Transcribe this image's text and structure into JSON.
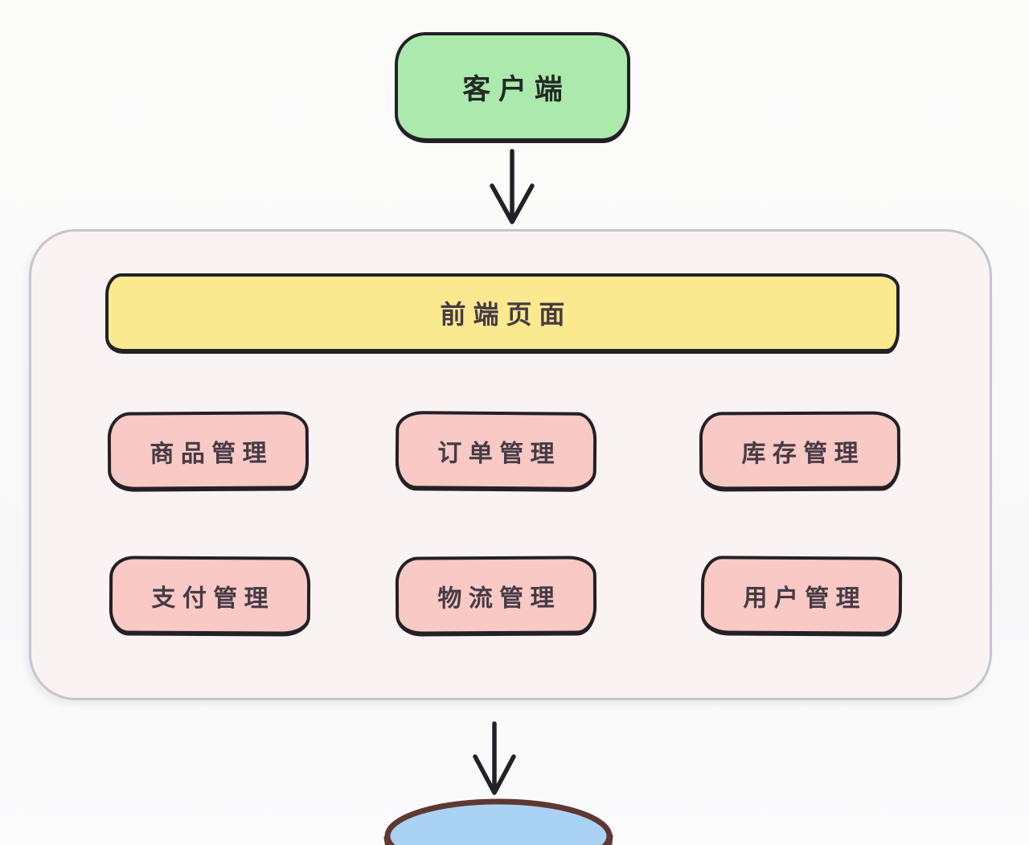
{
  "diagram": {
    "client": {
      "label": "客户端"
    },
    "frontend": {
      "label": "前端页面"
    },
    "modules": [
      {
        "id": "product",
        "label": "商品管理"
      },
      {
        "id": "order",
        "label": "订单管理"
      },
      {
        "id": "inventory",
        "label": "库存管理"
      },
      {
        "id": "payment",
        "label": "支付管理"
      },
      {
        "id": "logistics",
        "label": "物流管理"
      },
      {
        "id": "user",
        "label": "用户管理"
      }
    ],
    "database": {
      "shape": "cylinder",
      "icon": "database-cylinder-icon"
    },
    "edges": [
      {
        "from": "client",
        "to": "frontend-system",
        "icon": "arrow-down-icon"
      },
      {
        "from": "frontend-system",
        "to": "database",
        "icon": "arrow-down-icon"
      }
    ],
    "colors": {
      "client_fill": "#abe9ad",
      "frontend_fill": "#fbe98f",
      "module_fill": "#f9c9c5",
      "container_fill": "#faf3f3",
      "container_outline": "#c7c5cc",
      "database_fill": "#aad2f4",
      "database_outline": "#5f3832",
      "outline": "#232026",
      "label_color": "#463b44"
    }
  }
}
